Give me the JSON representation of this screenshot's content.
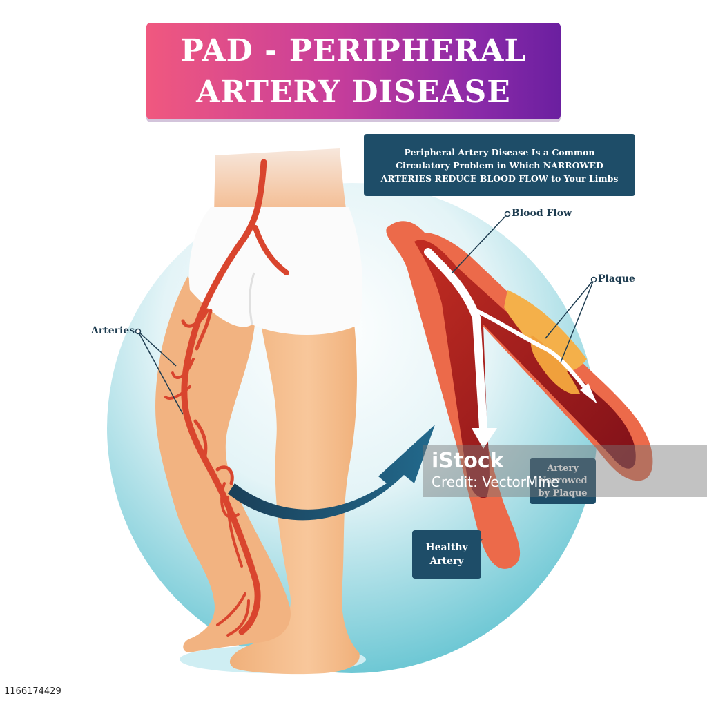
{
  "title": {
    "line1": "PAD - PERIPHERAL",
    "line2": "ARTERY DISEASE"
  },
  "description": {
    "line1": "Peripheral Artery Disease Is a Common",
    "line2": "Circulatory Problem in Which NARROWED",
    "line3": "ARTERIES REDUCE BLOOD FLOW to Your Limbs"
  },
  "labels": {
    "arteries": "Arteries",
    "blood_flow": "Blood Flow",
    "plaque": "Plaque",
    "healthy_line1": "Healthy",
    "healthy_line2": "Artery",
    "narrowed_line1": "Artery",
    "narrowed_line2": "Narrowed",
    "narrowed_line3": "by Plaque"
  },
  "watermark": {
    "logo": "iStock",
    "credit": "Credit: VectorMine"
  },
  "stock_id": "1166174429",
  "colors": {
    "banner_start": "#f0587f",
    "banner_end": "#6b1fa0",
    "navy": "#1e4d68",
    "artery": "#d9452e",
    "skin": "#f5b98a",
    "circle": "#7fd0dc"
  }
}
